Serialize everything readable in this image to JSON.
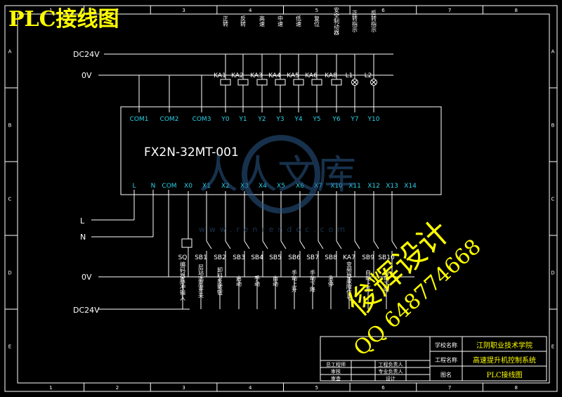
{
  "title": "PLC接线图",
  "model": "FX2N-32MT-001",
  "rails": {
    "dc24v": "DC24V",
    "zero_v": "0V"
  },
  "mains": {
    "l": "L",
    "n": "N"
  },
  "out_desc": [
    "正转",
    "反转",
    "高速",
    "中速",
    "低速",
    "复位",
    "安全制动器",
    "正转指示",
    "反转指示"
  ],
  "out_devices": [
    "KA1",
    "KA2",
    "KA3",
    "KA4",
    "KA5",
    "KA6",
    "KA8",
    "L1",
    "L2"
  ],
  "com_terms": [
    "COM1",
    "COM2",
    "COM3"
  ],
  "out_terms": [
    "Y0",
    "Y1",
    "Y2",
    "Y3",
    "Y4",
    "Y5",
    "Y6",
    "Y7",
    "Y10"
  ],
  "in_terms": [
    "L",
    "N",
    "COM",
    "X0",
    "X1",
    "X2",
    "X3",
    "X4",
    "X5",
    "X6",
    "X7",
    "X10",
    "X11",
    "X12",
    "X13",
    "X14"
  ],
  "in_devices": [
    "SQ",
    "SB1",
    "SB2",
    "SB3",
    "SB4",
    "SB5",
    "SB6",
    "SB7",
    "SB8",
    "KA7",
    "SB9",
    "SB10"
  ],
  "in_desc": [
    "编码器脉冲输入",
    "层站选层开关",
    "卸料反转钮",
    "启动",
    "手动",
    "自动",
    "手动上升",
    "手动下降",
    "急停",
    "变频器故障信号",
    "自动上升",
    "自动下降"
  ],
  "watermark": {
    "brand": "人人文库",
    "url": "www.renrendoc.com",
    "designer": "俊辉设计",
    "qq": "QQ 648774668"
  },
  "title_block": {
    "school_label": "学校名称",
    "school": "江阴职业技术学院",
    "project_label": "工程名称",
    "project": "高速提升机控制系统",
    "drawing_label": "图名",
    "drawing": "PLC接线图",
    "rows": [
      [
        "总工程师",
        "工程负责人"
      ],
      [
        "审核",
        "专业负责人"
      ],
      [
        "审查",
        "设计"
      ]
    ]
  },
  "col_marks": [
    "1",
    "2",
    "3",
    "4",
    "5",
    "6",
    "7",
    "8"
  ],
  "row_marks": [
    "A",
    "B",
    "C",
    "D",
    "E"
  ]
}
